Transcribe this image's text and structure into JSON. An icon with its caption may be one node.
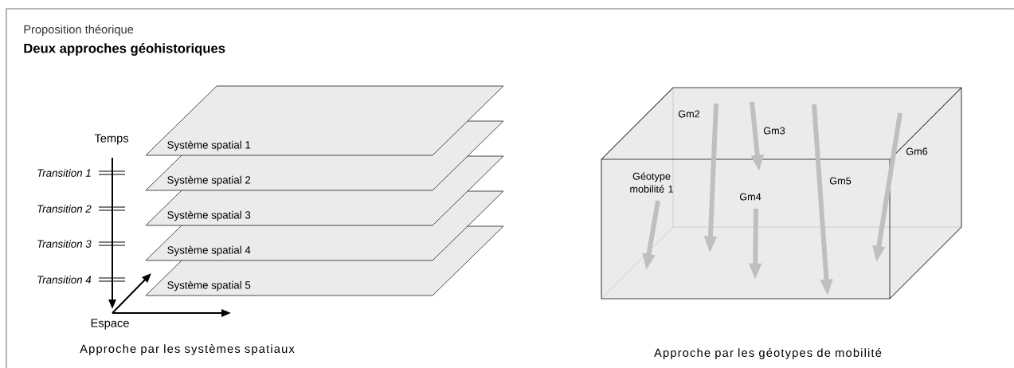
{
  "diagram": {
    "title": "Deux approches géohistoriques",
    "nodes": [
      {
        "text": [
          "Système spatial 1"
        ]
      },
      {
        "text": [
          "Système spatial 2"
        ]
      },
      {
        "text": [
          "Système spatial 3"
        ]
      },
      {
        "text": [
          "Système spatial 4"
        ]
      },
      {
        "text": [
          "Système spatial 5"
        ]
      },
      {
        "text": [
          "Géotype mobilité 1",
          "Gm2",
          "Gm3",
          "Gm4",
          "Gm5",
          "Gm6"
        ]
      }
    ],
    "edges": [],
    "labels": [
      "Proposition théorique",
      "Temps",
      "Transition 1",
      "Transition 2",
      "Transition 3",
      "Transition 4",
      "Espace",
      "Approche par les systèmes spatiaux",
      "Approche par les géotypes de mobilité"
    ]
  }
}
